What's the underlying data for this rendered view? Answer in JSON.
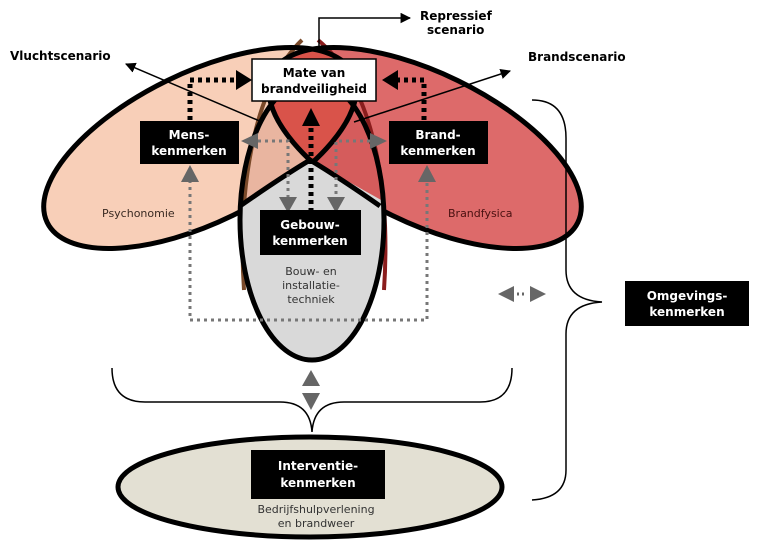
{
  "diagram": {
    "scenarios": {
      "vlucht": "Vluchtscenario",
      "repressief_line1": "Repressief",
      "repressief_line2": "scenario",
      "brand": "Brandscenario"
    },
    "center_box": {
      "line1": "Mate van",
      "line2": "brandveiligheid"
    },
    "boxes": {
      "mens": {
        "line1": "Mens-",
        "line2": "kenmerken"
      },
      "brand": {
        "line1": "Brand-",
        "line2": "kenmerken"
      },
      "gebouw": {
        "line1": "Gebouw-",
        "line2": "kenmerken"
      },
      "omgeving": {
        "line1": "Omgevings-",
        "line2": "kenmerken"
      },
      "interventie": {
        "line1": "Interventie-",
        "line2": "kenmerken"
      }
    },
    "domains": {
      "psychonomie": "Psychonomie",
      "brandfysica": "Brandfysica",
      "bouw_line1": "Bouw- en",
      "bouw_line2": "installatie-",
      "bouw_line3": "techniek",
      "interventie_line1": "Bedrijfshulpverlening",
      "interventie_line2": "en brandweer"
    },
    "colors": {
      "psychonomie_fill": "#f8cfb8",
      "brandfysica_fill": "#dd6a6a",
      "bouw_fill": "#d9d9d9",
      "interventie_fill": "#e3e0d3",
      "overlap_top": "#d9534a",
      "overlap_left": "#e9b5a0",
      "box_fill": "#000000",
      "box_text": "#ffffff",
      "arrow_gray": "#666666"
    }
  }
}
